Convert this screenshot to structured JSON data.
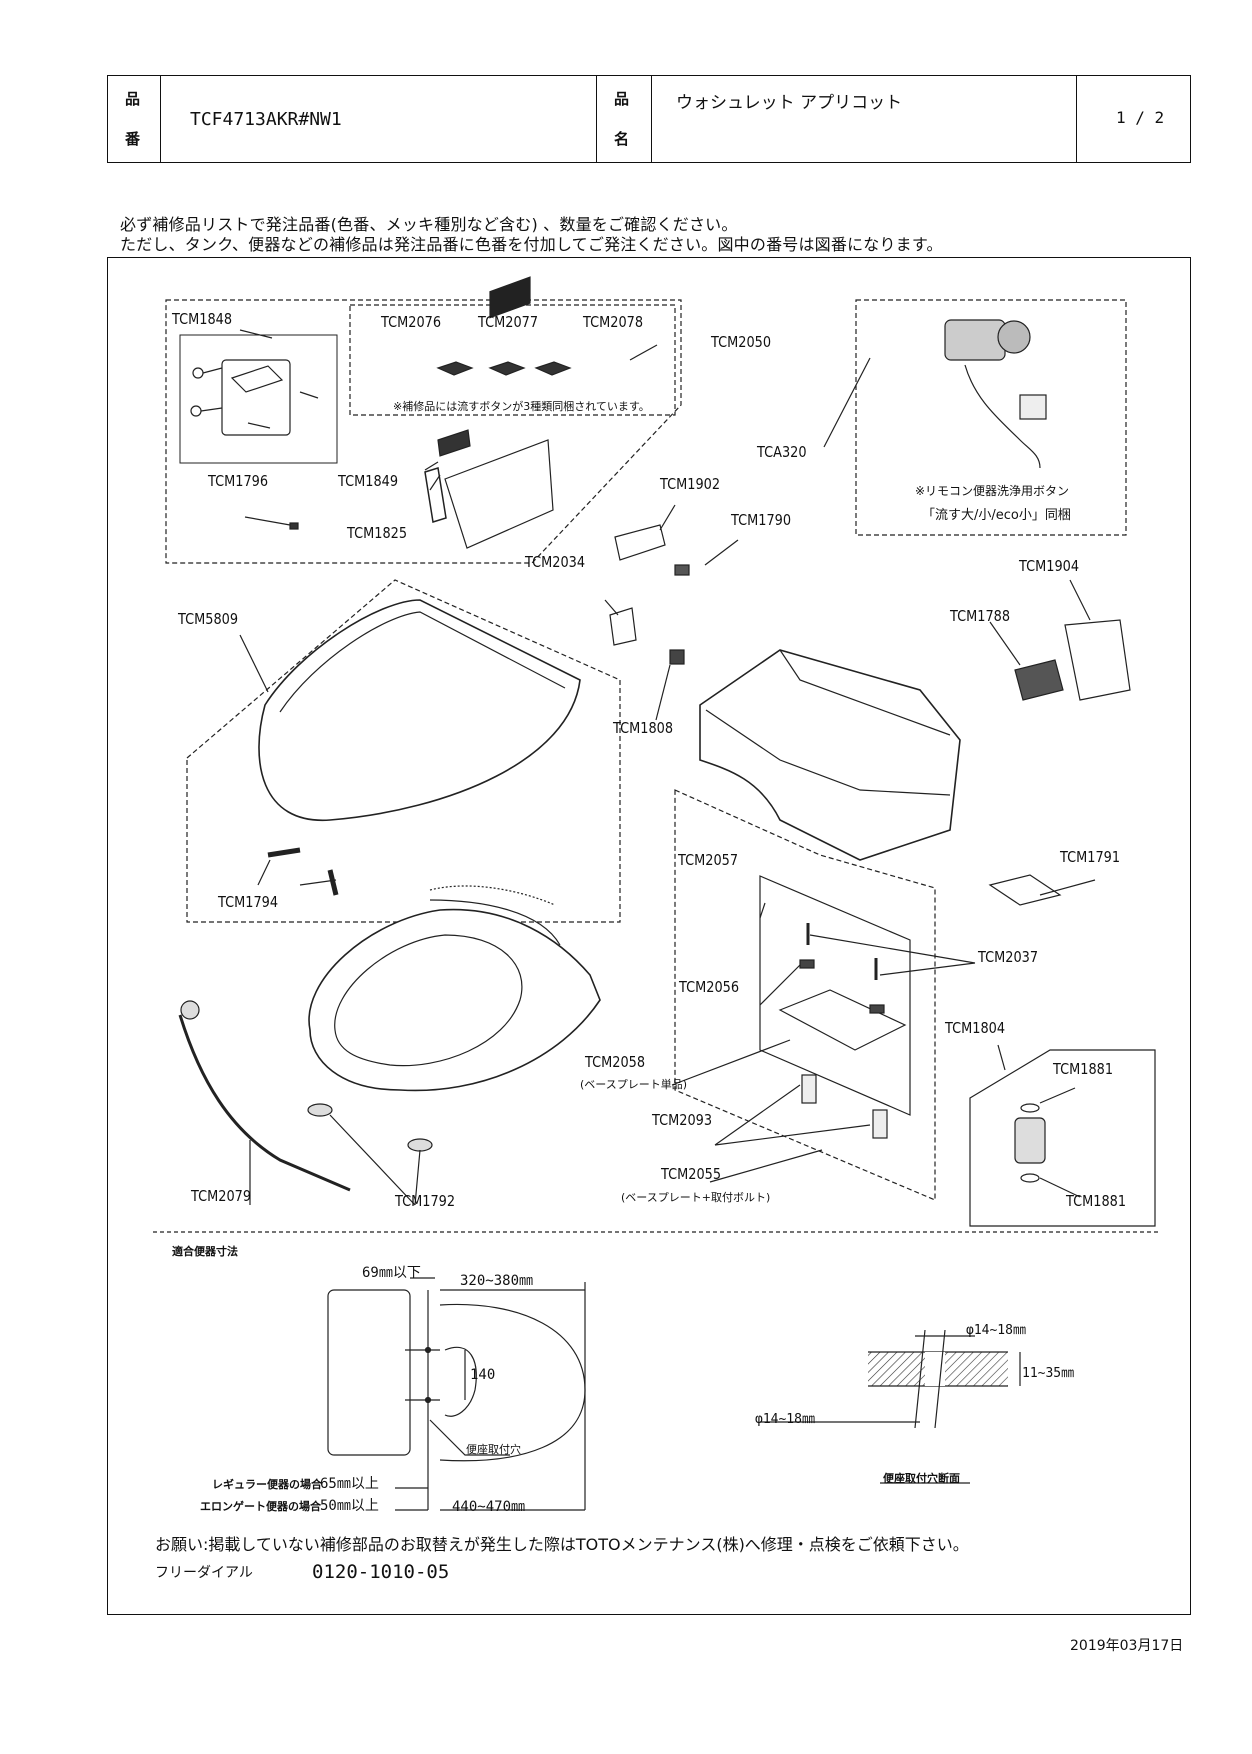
{
  "header": {
    "part_no_label_1": "品",
    "part_no_label_2": "番",
    "part_no": "TCF4713AKR#NW1",
    "name_label_1": "品",
    "name_label_2": "名",
    "name": "ウォシュレット アプリコット",
    "page": "1 / 2"
  },
  "notes": {
    "line1": "必ず補修品リストで発注品番(色番、メッキ種別など含む) 、数量をご確認ください。",
    "line2": "ただし、タンク、便器などの補修品は発注品番に色番を付加してご発注ください。図中の番号は図番になります。"
  },
  "parts": {
    "tcm1848": "TCM1848",
    "tcm2076": "TCM2076",
    "tcm2077": "TCM2077",
    "tcm2078": "TCM2078",
    "tcm2050": "TCM2050",
    "button_note": "※補修品には流すボタンが3種類同梱されています。",
    "tcm1796": "TCM1796",
    "tcm1849": "TCM1849",
    "tcm1825": "TCM1825",
    "tca320": "TCA320",
    "remote_note_1": "※リモコン便器洗浄用ボタン",
    "remote_note_2": "「流す大/小/eco小」同梱",
    "tcm1902": "TCM1902",
    "tcm1790": "TCM1790",
    "tcm2034": "TCM2034",
    "tcm5809": "TCM5809",
    "tcm1904": "TCM1904",
    "tcm1788": "TCM1788",
    "tcm1808": "TCM1808",
    "tcm1794": "TCM1794",
    "tcm2057": "TCM2057",
    "tcm1791": "TCM1791",
    "tcm2037": "TCM2037",
    "tcm2056": "TCM2056",
    "tcm1804": "TCM1804",
    "tcm2058": "TCM2058",
    "tcm2058_note": "(ベースプレート単品)",
    "tcm1881_a": "TCM1881",
    "tcm2093": "TCM2093",
    "tcm2055": "TCM2055",
    "tcm2055_note": "(ベースプレート+取付ボルト)",
    "tcm2079": "TCM2079",
    "tcm1792": "TCM1792",
    "tcm1881_b": "TCM1881"
  },
  "dimensions": {
    "title": "適合便器寸法",
    "d69": "69㎜以下",
    "d320": "320~380㎜",
    "d140": "140",
    "mount_hole": "便座取付穴",
    "regular": "レギュラー便器の場合",
    "regular_val": "65㎜以上",
    "elongated": "エロンゲート便器の場合",
    "elongated_val": "50㎜以上",
    "d440": "440~470㎜",
    "phi_top": "φ14~18㎜",
    "thick": "11~35㎜",
    "phi_left": "φ14~18㎜",
    "section": "便座取付穴断面"
  },
  "footer": {
    "request": "お願い:掲載していない補修部品のお取替えが発生した際はTOTOメンテナンス(株)へ修理・点検をご依頼下さい。",
    "freedial_label": "フリーダイアル",
    "freedial": "0120-1010-05"
  },
  "date": "2019年03月17日"
}
